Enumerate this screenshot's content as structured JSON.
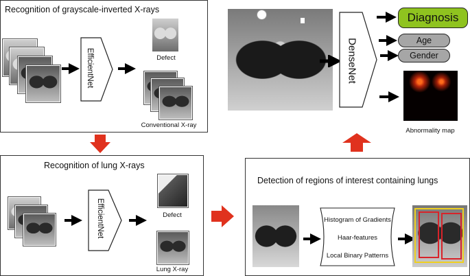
{
  "panels": {
    "p1_title": "Recognition of grayscale-inverted X-rays",
    "p2_title": "Recognition of lung X-rays",
    "p3_title": "Detection of regions of interest containing lungs"
  },
  "models": {
    "efficientnet1": "EfficientNet",
    "efficientnet2": "EfficientNet",
    "densenet": "DenseNet"
  },
  "labels": {
    "defect1": "Defect",
    "conventional": "Conventional X-ray",
    "defect2": "Defect",
    "lung_xray": "Lung X-ray",
    "abnormality_map": "Abnormality map"
  },
  "features": [
    "Histogram of Gradients",
    "Haar-features",
    "Local Binary Patterns"
  ],
  "outputs": {
    "diagnosis": "Diagnosis",
    "age": "Age",
    "gender": "Gender"
  },
  "colors": {
    "diagnosis_fill": "#8fc31f",
    "pill_gray": "#a6a6a6",
    "red_arrow": "#e0321e",
    "roi_yellow": "#f0d020",
    "roi_red": "#d8232a"
  }
}
